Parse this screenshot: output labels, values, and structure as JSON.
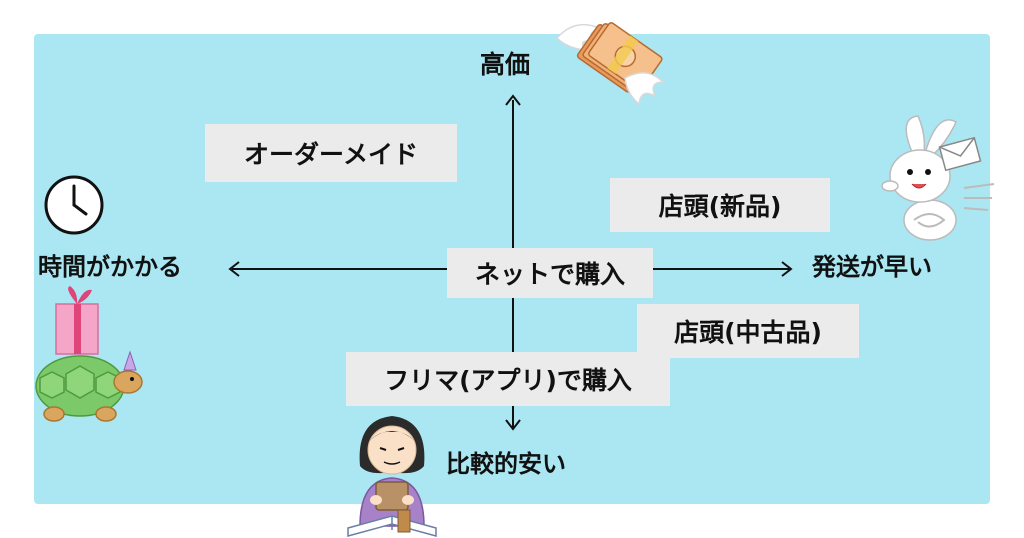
{
  "axis_labels": {
    "top": "高価",
    "bottom": "比較的安い",
    "left": "時間がかかる",
    "right": "発送が早い"
  },
  "items": {
    "center": "ネットで購入",
    "order_made": "オーダーメイド",
    "store_new": "店頭(新品)",
    "store_used": "店頭(中古品)",
    "flea_app": "フリマ(アプリ)で購入"
  },
  "colors": {
    "panel": "#aae7f2",
    "box": "#ebebeb",
    "axis": "#111111"
  },
  "illustrations": [
    "flying-money-icon",
    "clock-icon",
    "rabbit-with-letter-icon",
    "tortoise-with-gift-icon",
    "girl-reading-wallet-icon"
  ]
}
